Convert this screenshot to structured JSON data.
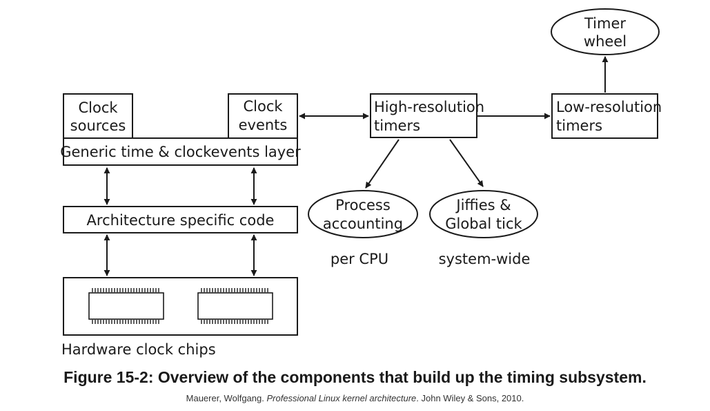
{
  "nodes": {
    "clock_sources": [
      "Clock",
      "sources"
    ],
    "clock_events": [
      "Clock",
      "events"
    ],
    "generic_layer": "Generic time & clockevents layer",
    "arch_code": "Architecture specific code",
    "hardware": "Hardware clock chips",
    "hrtimers": [
      "High-resolution",
      "timers"
    ],
    "lowres": [
      "Low-resolution",
      "timers"
    ],
    "timer_wheel": [
      "Timer",
      "wheel"
    ],
    "process_accounting": [
      "Process",
      "accounting"
    ],
    "jiffies": [
      "Jiffies &",
      "Global tick"
    ]
  },
  "notes": {
    "per_cpu": "per CPU",
    "system_wide": "system-wide"
  },
  "caption": "Figure 15-2: Overview of the components that build up the timing subsystem.",
  "citation": {
    "author": "Mauerer, Wolfgang.",
    "title": "Professional Linux kernel architecture",
    "publisher": ". John Wiley & Sons, 2010."
  }
}
